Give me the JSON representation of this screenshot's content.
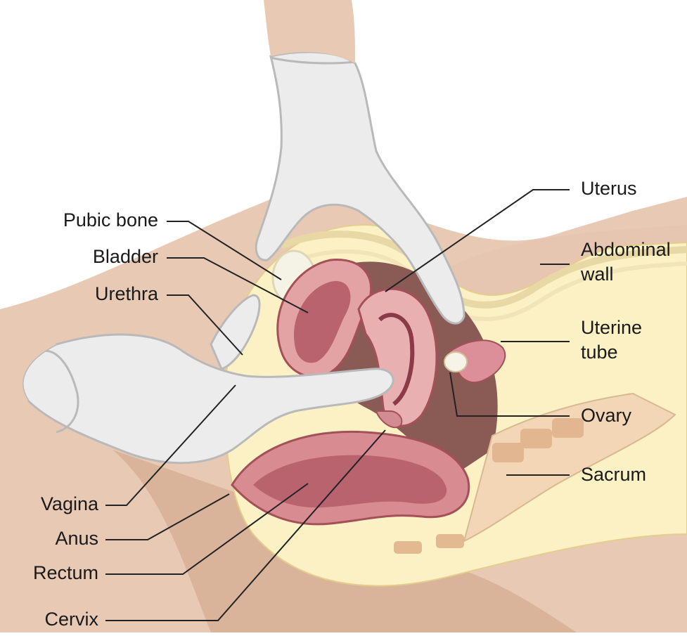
{
  "labels": {
    "pubic_bone": "Pubic bone",
    "bladder": "Bladder",
    "urethra": "Urethra",
    "vagina": "Vagina",
    "anus": "Anus",
    "rectum": "Rectum",
    "cervix": "Cervix",
    "uterus": "Uterus",
    "abdominal_wall_1": "Abdominal",
    "abdominal_wall_2": "wall",
    "uterine_tube_1": "Uterine",
    "uterine_tube_2": "tube",
    "ovary": "Ovary",
    "sacrum": "Sacrum"
  },
  "colors": {
    "skin": "#d9b49b",
    "skin_dark": "#c9a08a",
    "glove": "#ececec",
    "glove_shadow": "#c8c8c8",
    "fat": "#fbf1c4",
    "fat_dark": "#eedd9a",
    "bone": "#f3efd9",
    "tissue": "#e3a3a5",
    "tissue_dark": "#a45059",
    "cavity": "#8a5a55",
    "leader": "#222222"
  }
}
